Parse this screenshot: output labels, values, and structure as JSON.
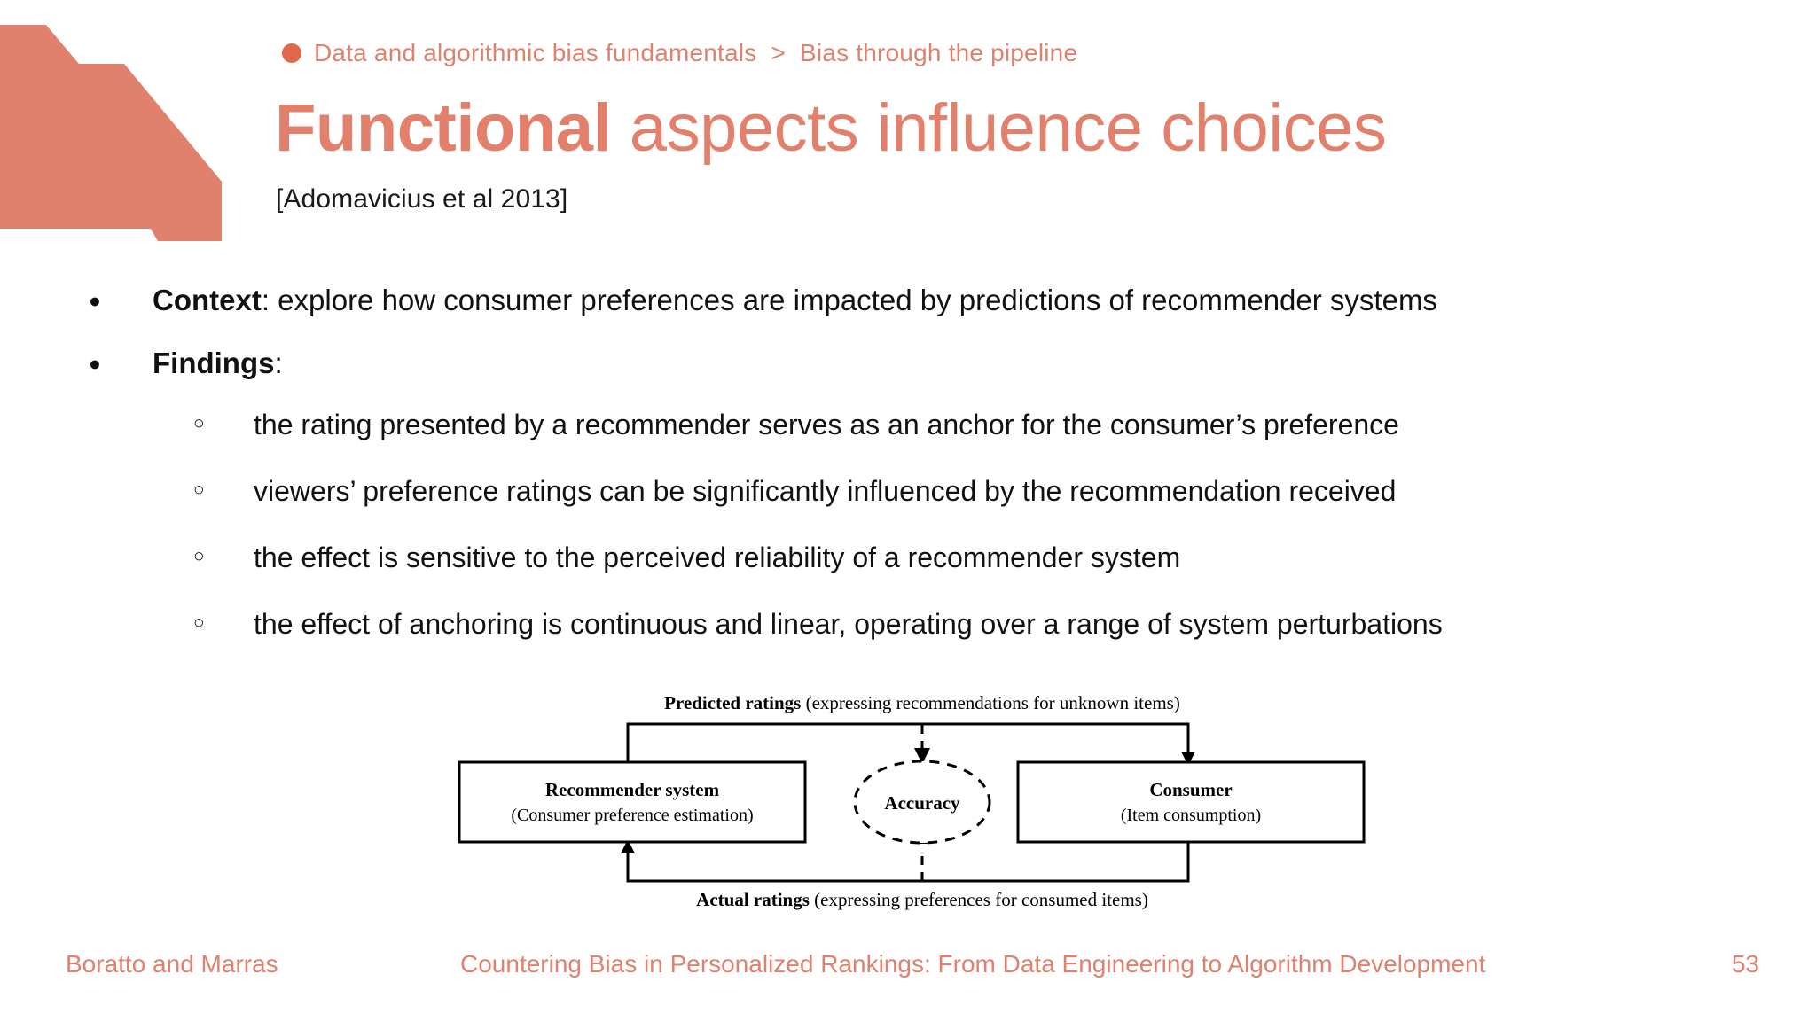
{
  "theme": {
    "accent": "#E0816E",
    "accent_dot": "#E2674A",
    "title_color": "#E2806B",
    "text_color": "#111111",
    "background": "#FFFFFF"
  },
  "breadcrumb": {
    "dot_icon": "bullet-dot-icon",
    "section": "Data and algorithmic bias fundamentals",
    "separator": ">",
    "subsection": "Bias through the pipeline"
  },
  "title": {
    "emphasis": "Functional",
    "rest": " aspects influence choices",
    "citation": "[Adomavicius et al 2013]"
  },
  "bullets": [
    {
      "marker": "●",
      "lead": "Context",
      "text": ": explore how consumer preferences are impacted by predictions of recommender systems"
    },
    {
      "marker": "●",
      "lead": "Findings",
      "text": ":"
    }
  ],
  "subbullets": [
    {
      "marker": "○",
      "text": "the rating presented by a recommender serves as an anchor for the consumer’s preference"
    },
    {
      "marker": "○",
      "text": "viewers’ preference ratings can be significantly influenced by the recommendation received"
    },
    {
      "marker": "○",
      "text": "the effect is sensitive to the perceived reliability of a recommender system"
    },
    {
      "marker": "○",
      "text": "the effect of anchoring is continuous and linear, operating over a range of system perturbations"
    }
  ],
  "figure": {
    "top_label_bold": "Predicted ratings",
    "top_label_rest": " (expressing recommendations for unknown items)",
    "bottom_label_bold": "Actual ratings",
    "bottom_label_rest": " (expressing preferences for consumed items)",
    "left_box_title": "Recommender system",
    "left_box_sub": "(Consumer preference estimation)",
    "right_box_title": "Consumer",
    "right_box_sub": "(Item consumption)",
    "center_ellipse": "Accuracy"
  },
  "footer": {
    "authors": "Boratto and Marras",
    "title": "Countering Bias in Personalized Rankings: From Data Engineering to Algorithm Development",
    "page": "53"
  }
}
